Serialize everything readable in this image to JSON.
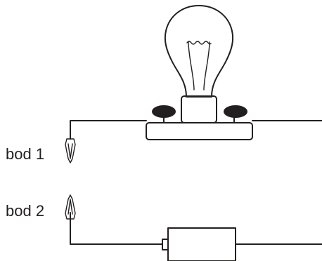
{
  "points": [
    {
      "label": "bod 1"
    },
    {
      "label": "bod 2"
    }
  ],
  "colors": {
    "ink": "#231f20",
    "background": "#ffffff"
  },
  "components": [
    "light-bulb-icon",
    "bulb-socket-base",
    "crocodile-clip-icon",
    "battery-icon"
  ]
}
